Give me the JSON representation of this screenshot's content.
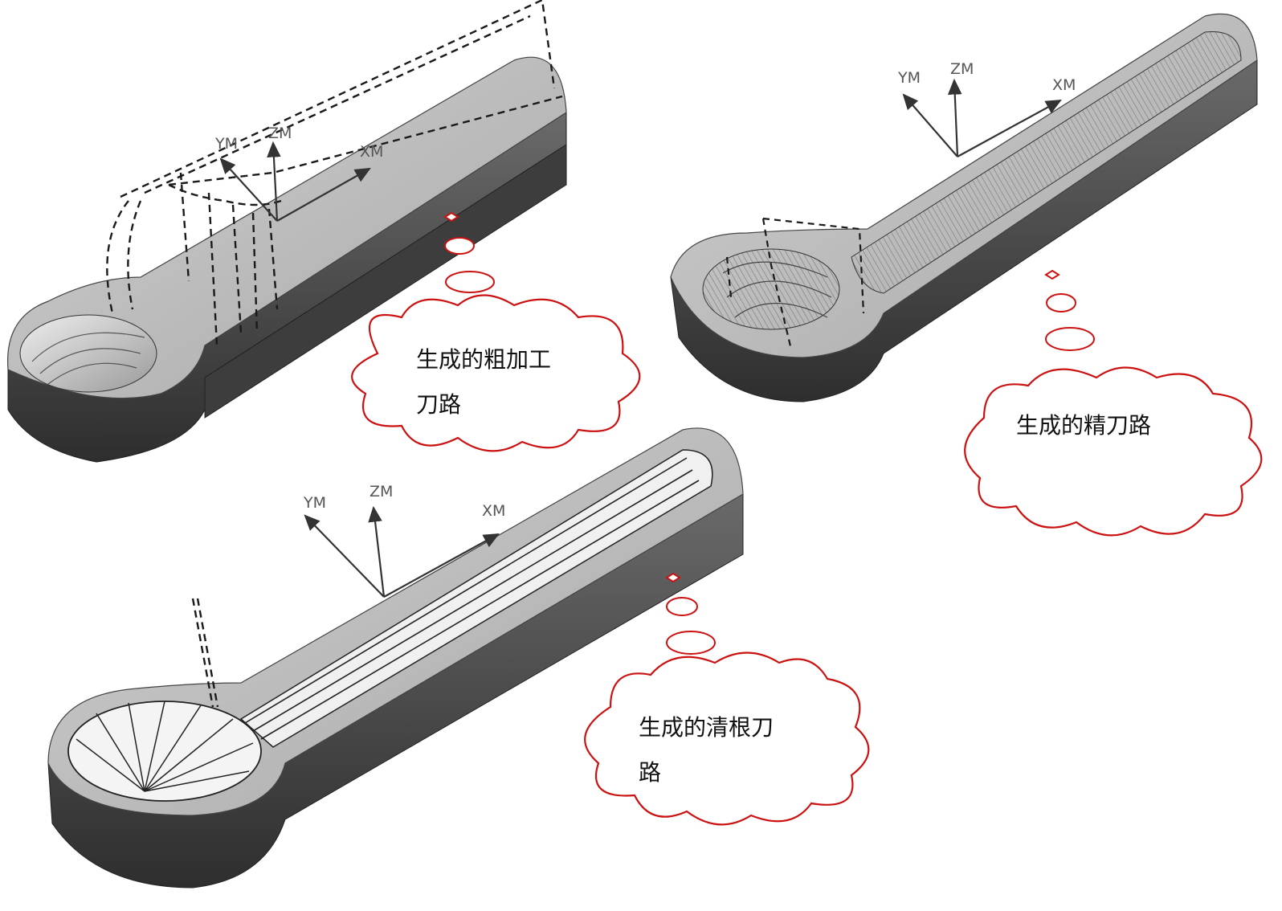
{
  "colors": {
    "cloud_outline": "#cc1111",
    "part_side": "#4a4a4a",
    "part_top": "#b9b9b9",
    "toolpath": "#1a1a1a",
    "axis": "#333333"
  },
  "axes": {
    "ym": "YM",
    "zm": "ZM",
    "xm": "XM"
  },
  "callouts": {
    "rough": {
      "line1": "生成的粗加工",
      "line2": "刀路"
    },
    "finish": {
      "line1": "生成的精刀路"
    },
    "cleanup": {
      "line1": "生成的清根刀",
      "line2": "路"
    }
  },
  "views": [
    {
      "name": "rough-machining-view",
      "icon": "spoon-part-rough-toolpath"
    },
    {
      "name": "finish-machining-view",
      "icon": "spoon-part-finish-toolpath"
    },
    {
      "name": "cleanup-machining-view",
      "icon": "spoon-part-cleanup-toolpath"
    }
  ]
}
